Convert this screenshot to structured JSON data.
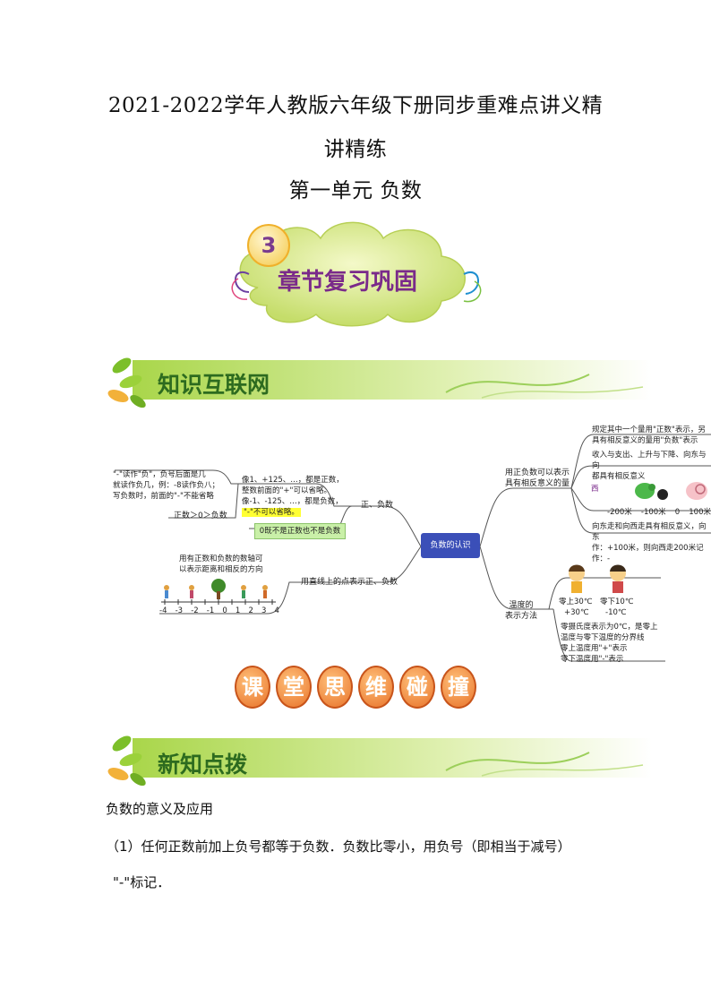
{
  "header": {
    "title_line1": "2021-2022学年人教版六年级下册同步重难点讲义精",
    "title_line2": "讲精练",
    "unit_title": "第一单元  负数"
  },
  "chapter_badge": {
    "number": "3",
    "label": "章节复习巩固"
  },
  "section1": {
    "label": "知识互联网"
  },
  "mindmap": {
    "center": "负数的认识",
    "left_branches": {
      "positive_negative": {
        "label": "正、负数",
        "note_minus": [
          "\"-\"读作\"负\"，负号后面是几",
          "就读作负几，例：-8读作负八；",
          "写负数时，前面的\"-\"不能省略"
        ],
        "order": "正数＞0＞负数",
        "examples": [
          "像1、+125、…，都是正数，",
          "整数前面的\"+\"可以省略。",
          "像-1、-125、…，都是负数，"
        ],
        "examples_highlight": "\"-\"不可以省略。",
        "zero_note": "0既不是正数也不是负数"
      },
      "number_line": {
        "label": "用直线上的点表示正、负数",
        "caption": [
          "用有正数和负数的数轴可",
          "以表示距离和相反的方向"
        ],
        "ticks": [
          "-4",
          "-3",
          "-2",
          "-1",
          "0",
          "1",
          "2",
          "3",
          "4"
        ]
      }
    },
    "right_branches": {
      "opposite_quantities": {
        "label": [
          "用正负数可以表示",
          "具有相反意义的量"
        ],
        "note1": [
          "规定其中一个量用\"正数\"表示，另",
          "具有相反意义的量用\"负数\"表示"
        ],
        "note2": [
          "收入与支出、上升与下降、向东与向",
          "都具有相反意义"
        ],
        "direction": "西",
        "ticks": [
          "-200米",
          "-100米",
          "0",
          "100米"
        ],
        "note3": [
          "向东走和向西走具有相反意义，向东",
          "作：+100米，则向西走200米记作：-"
        ]
      },
      "temperature": {
        "label": [
          "温度的",
          "表示方法"
        ],
        "above_label": "零上30℃",
        "above_value": "+30℃",
        "below_label": "零下10℃",
        "below_value": "-10℃",
        "notes": [
          "零摄氏度表示为0℃，是零上",
          "温度与零下温度的分界线",
          "零上温度用\"+\"表示",
          "零下温度用\"-\"表示"
        ]
      }
    }
  },
  "class_banner": [
    "课",
    "堂",
    "思",
    "维",
    "碰",
    "撞"
  ],
  "section2": {
    "label": "新知点拨"
  },
  "content": {
    "heading": "负数的意义及应用",
    "para1": "（1）任何正数前加上负号都等于负数．负数比零小，用负号（即相当于减号）",
    "para2": "\"-\"标记．"
  },
  "colors": {
    "banner_green": "#9bcf3a",
    "banner_text": "#2d6b1f",
    "center_node": "#3b4fb8",
    "class_orange": "#e8732a",
    "highlight": "#ffff33"
  }
}
